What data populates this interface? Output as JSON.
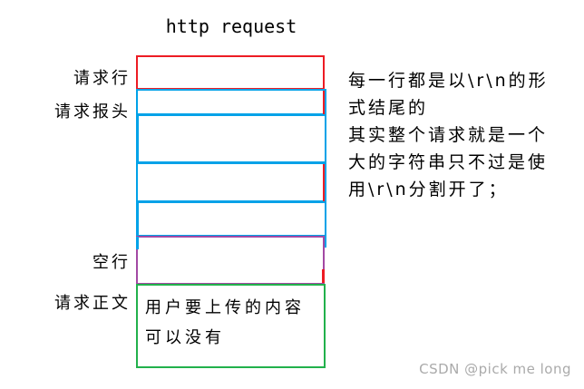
{
  "diagram": {
    "title": "http request",
    "row_labels": [
      "请求行",
      "请求报头",
      "空行",
      "请求正文"
    ],
    "body_lines": [
      "用户要上传的内容",
      "可以没有"
    ],
    "colors": {
      "request_line_border": "#ed1c24",
      "headers_border": "#00a2e8",
      "empty_line_border": "#a349a4",
      "body_border": "#22b14c"
    }
  },
  "notes": {
    "lines": [
      "每一行都是以\\r\\n的形",
      "式结尾的",
      "其实整个请求就是一个",
      "大的字符串只不过是使",
      "用\\r\\n分割开了；"
    ]
  },
  "watermark": {
    "text": "CSDN @pick me long"
  }
}
